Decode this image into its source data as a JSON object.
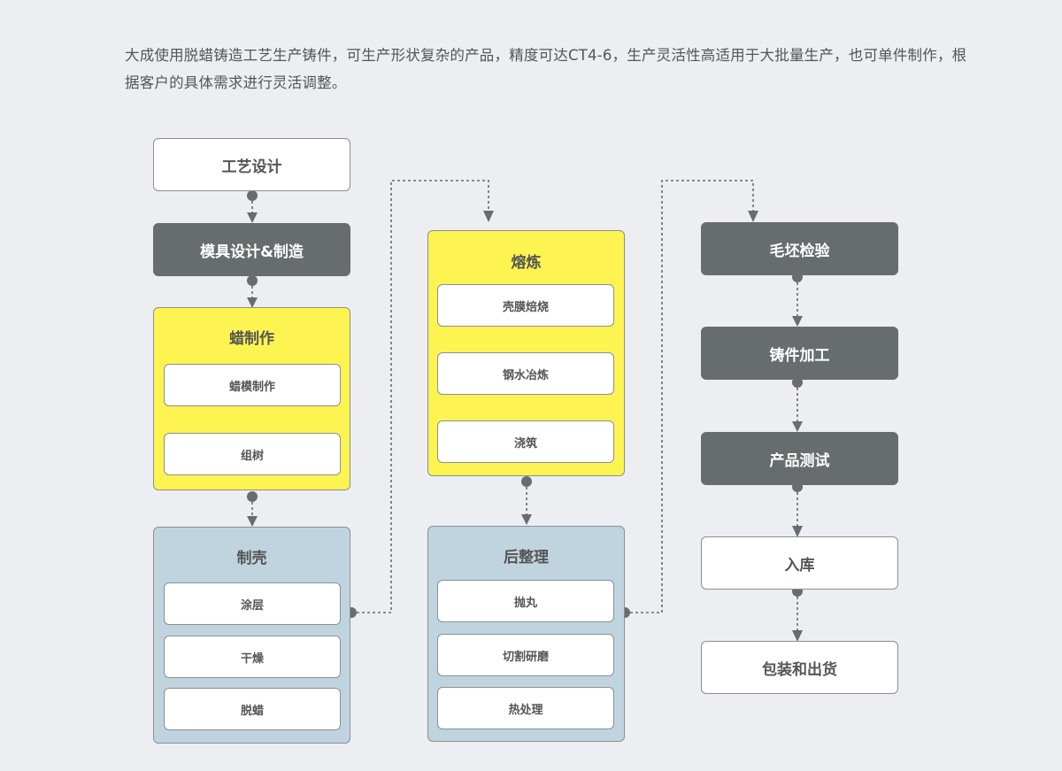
{
  "intro": "大成使用脱蜡铸造工艺生产铸件，可生产形状复杂的产品，精度可达CT4-6，生产灵活性高适用于大批量生产，也可单件制作，根据客户的具体需求进行灵活调整。",
  "col1": {
    "process_design": "工艺设计",
    "mold": "模具设计&制造",
    "wax": {
      "title": "蜡制作",
      "steps": [
        "蜡模制作",
        "组树"
      ]
    },
    "shell": {
      "title": "制壳",
      "steps": [
        "涂层",
        "干燥",
        "脱蜡"
      ]
    }
  },
  "col2": {
    "melt": {
      "title": "熔炼",
      "steps": [
        "壳膜焙烧",
        "钢水冶炼",
        "浇筑"
      ]
    },
    "post": {
      "title": "后整理",
      "steps": [
        "抛丸",
        "切割研磨",
        "热处理"
      ]
    }
  },
  "col3": {
    "blank_inspection": "毛坯检验",
    "machining": "铸件加工",
    "testing": "产品测试",
    "storage": "入库",
    "packing": "包装和出货"
  },
  "colors": {
    "dark": "#676d6e",
    "yellow": "#fdf452",
    "blue": "#c0d4e0",
    "background": "#eceef1"
  }
}
